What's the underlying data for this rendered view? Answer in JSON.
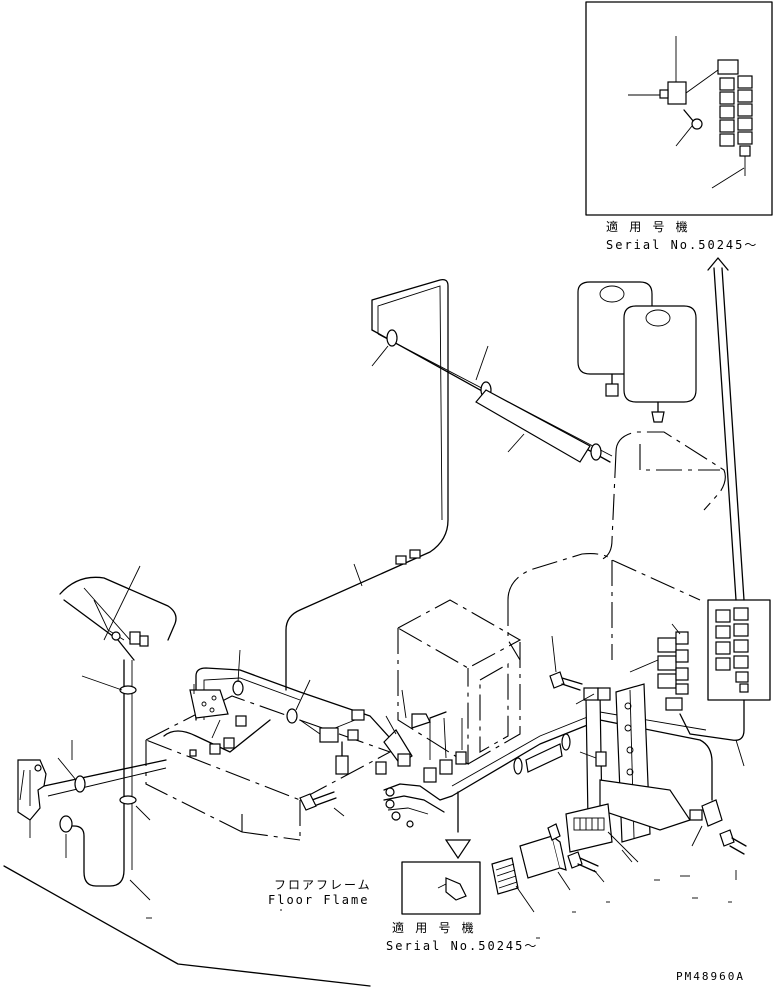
{
  "labels": {
    "inset_top_jp": "適 用 号 機",
    "inset_top_serial": "Serial No.50245～",
    "floor_frame_jp": "フロアフレーム",
    "floor_frame_en": "Floor Flame",
    "inset_bottom_jp": "適 用 号 機",
    "inset_bottom_serial": "Serial No.50245～",
    "drawing_number": "PM48960A"
  }
}
